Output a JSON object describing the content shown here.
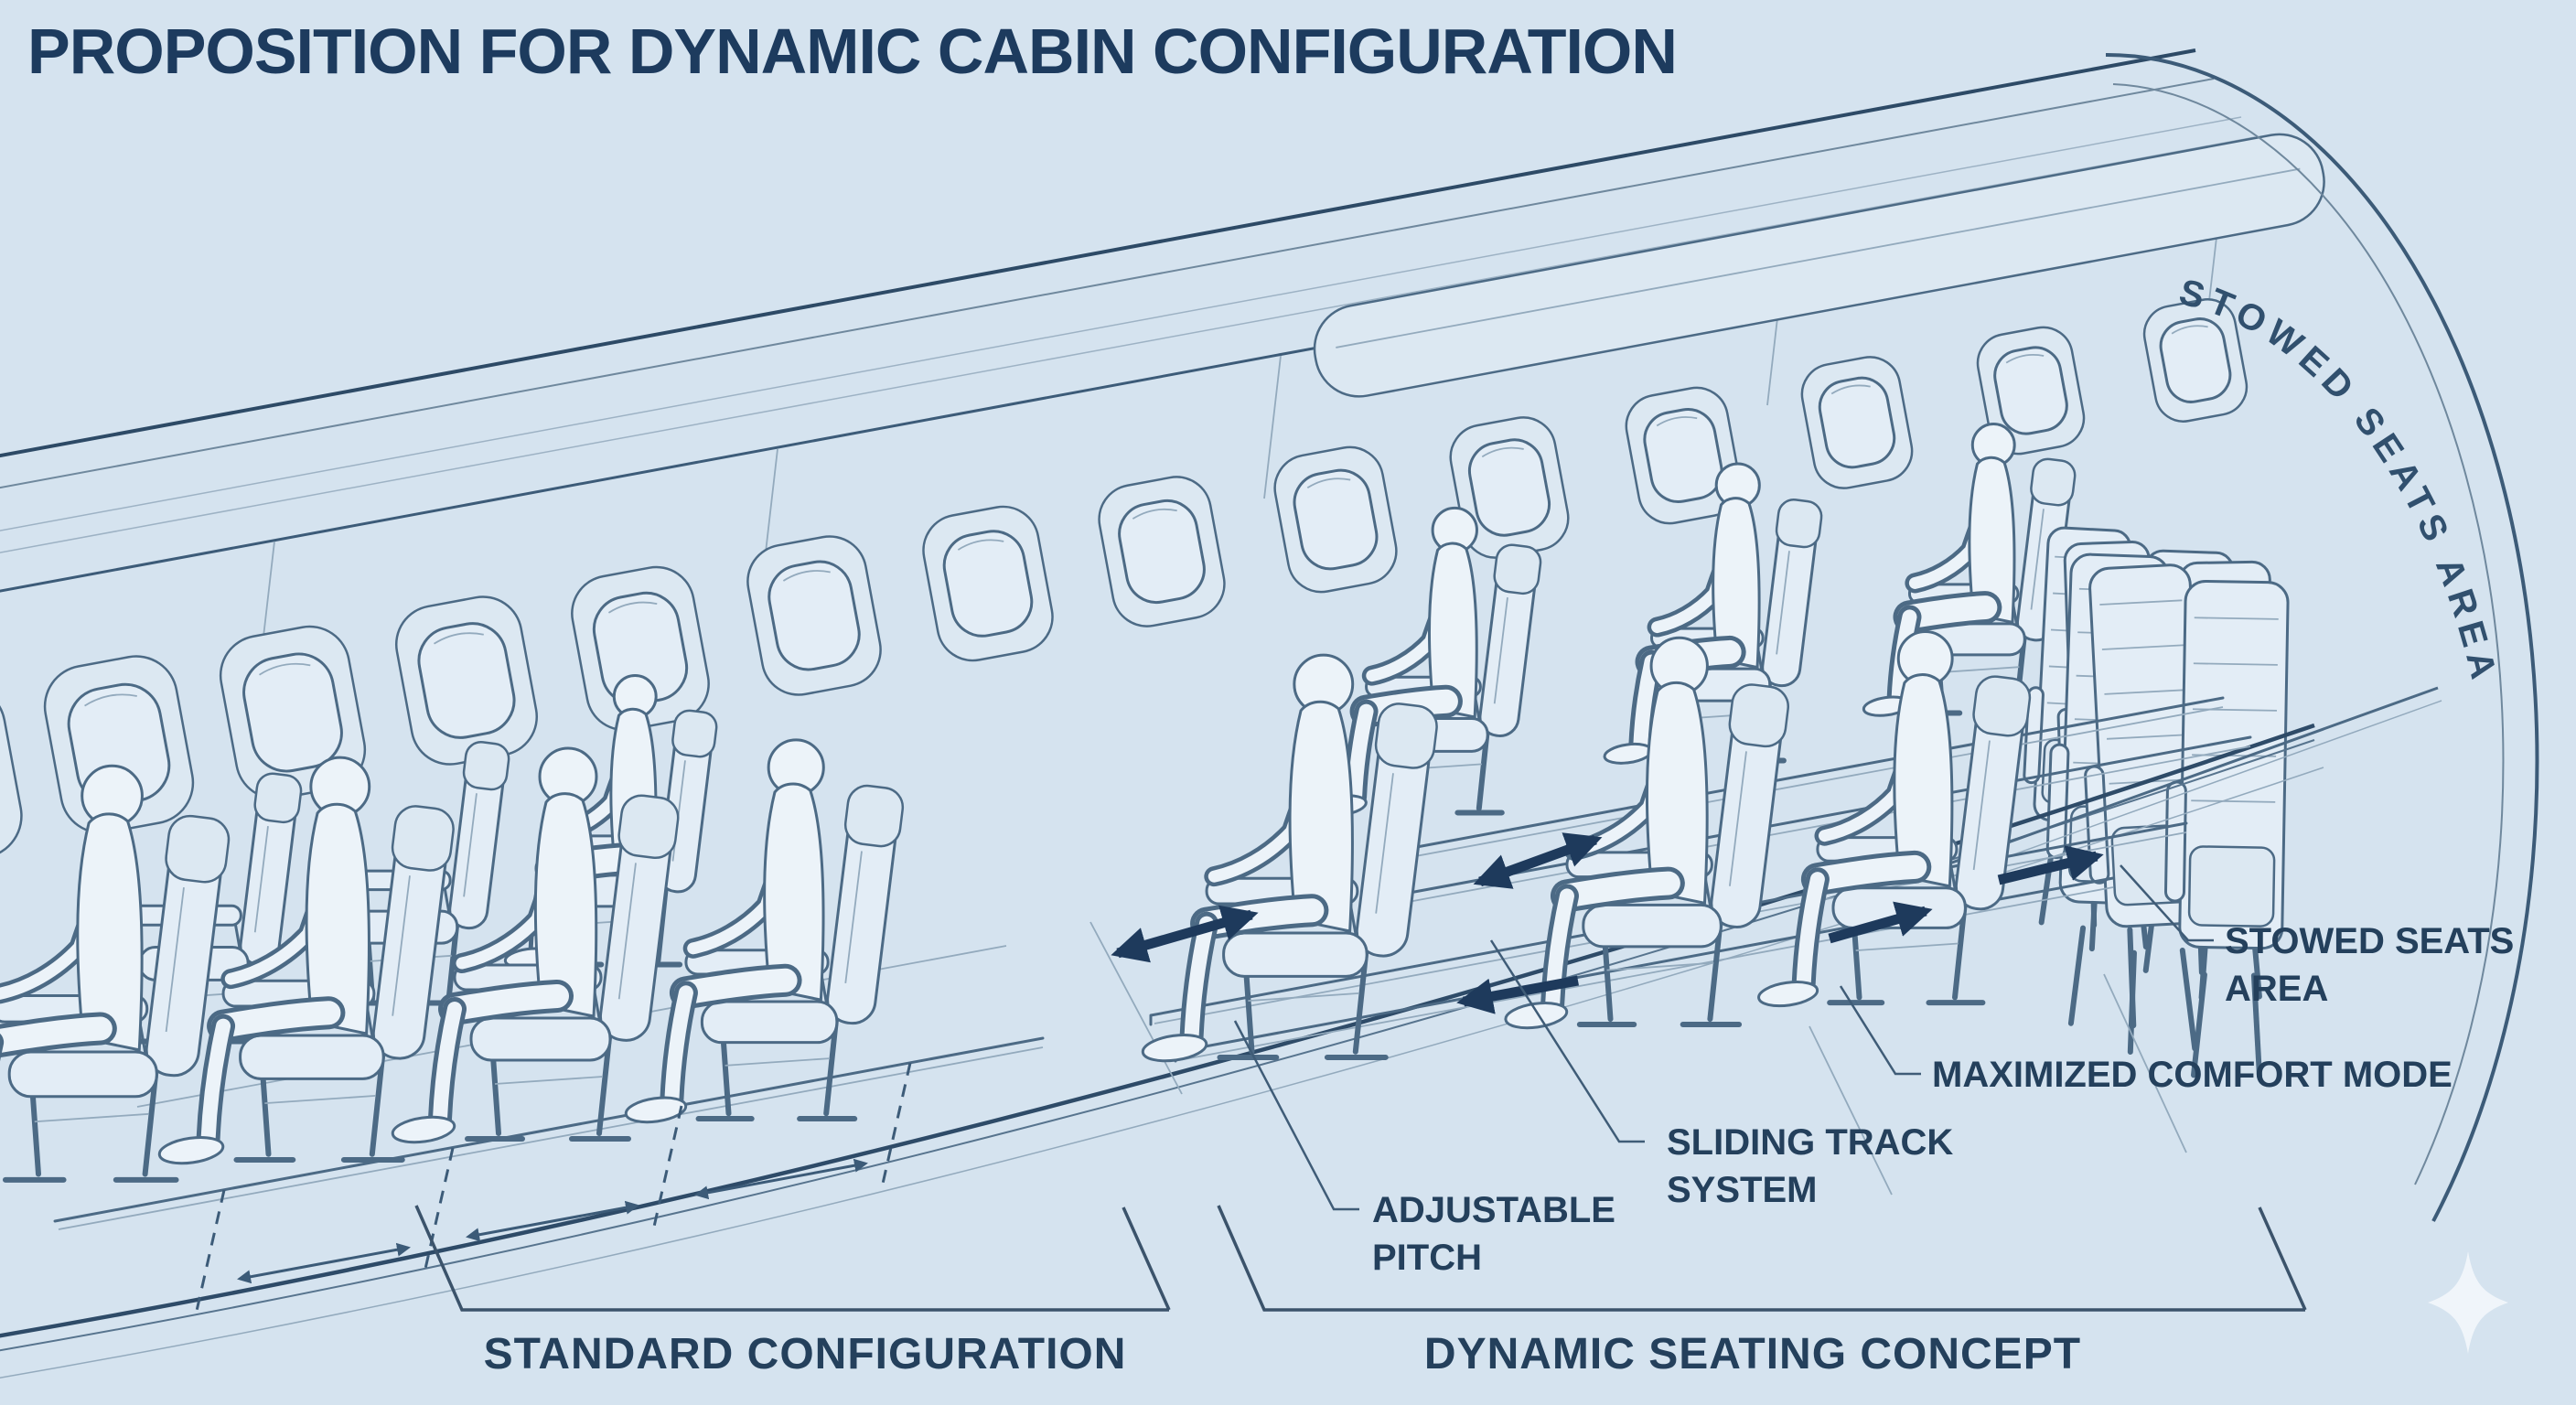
{
  "title": "PROPOSITION FOR DYNAMIC CABIN CONFIGURATION",
  "cabin": {
    "curved_label": "STOWED SEATS AREA"
  },
  "annotations": {
    "stowed_seats": {
      "line1": "STOWED SEATS",
      "line2": "AREA"
    },
    "maximized_comfort": {
      "line1": "MAXIMIZED COMFORT MODE"
    },
    "sliding_track": {
      "line1": "SLIDING TRACK",
      "line2": "SYSTEM"
    },
    "adjustable_pitch": {
      "line1": "ADJUSTABLE",
      "line2": "PITCH"
    }
  },
  "sections": {
    "standard": {
      "label": "STANDARD CONFIGURATION"
    },
    "dynamic": {
      "label": "DYNAMIC SEATING CONCEPT"
    }
  },
  "icons": {
    "sparkle": "four-pointed-sparkle"
  },
  "colors": {
    "background": "#d5e3ef",
    "lineart": "#4c6a85",
    "dark_line": "#2d4a66",
    "arrow_navy": "#1e3a5c",
    "title_text": "#1d3b5e",
    "label_text": "#24405c",
    "sparkle": "#f1f6fa"
  }
}
